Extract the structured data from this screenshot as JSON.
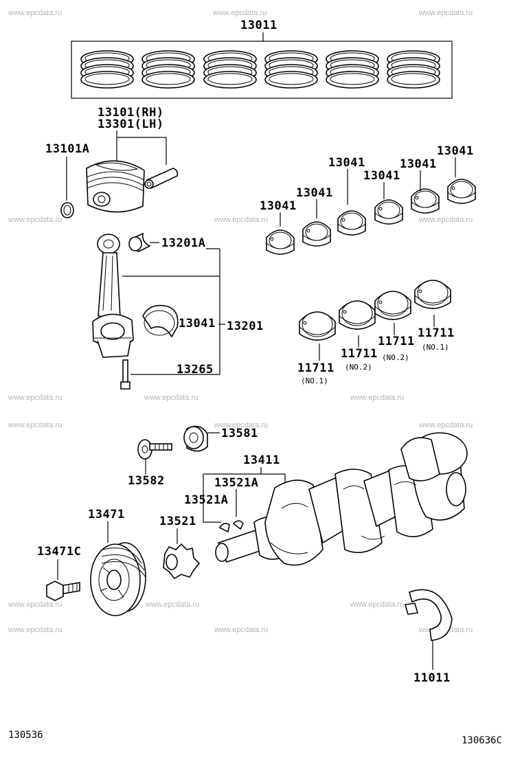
{
  "watermark": "www.epcdata.ru",
  "labels": {
    "p13011": "13011",
    "p13101": "13101(RH)",
    "p13301": "13301(LH)",
    "p13101A": "13101A",
    "p13201A": "13201A",
    "p13041_rod": "13041",
    "p13201": "13201",
    "p13265": "13265",
    "b1": "13041",
    "b2": "13041",
    "b3": "13041",
    "b4": "13041",
    "b5": "13041",
    "b6": "13041",
    "m1": "11711",
    "m1n": "(NO.1)",
    "m2": "11711",
    "m2n": "(NO.2)",
    "m3": "11711",
    "m3n": "(NO.2)",
    "m4": "11711",
    "m4n": "(NO.1)",
    "p13581": "13581",
    "p13582": "13582",
    "p13411": "13411",
    "p13521A_top": "13521A",
    "p13521A_left": "13521A",
    "p13471": "13471",
    "p13521": "13521",
    "p13471C": "13471C",
    "p11011": "11011"
  },
  "footer": {
    "left_code": "130536",
    "right_code": "130636C"
  }
}
